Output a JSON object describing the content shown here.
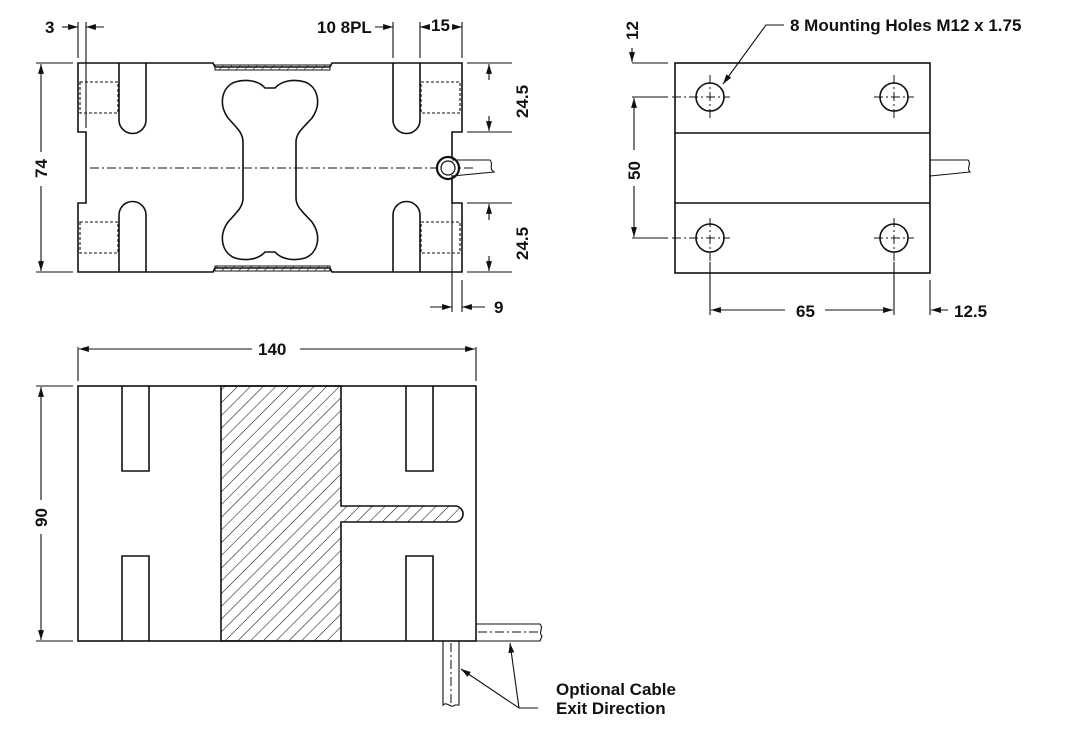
{
  "drawing": {
    "subject": "Single point load cell dimensional drawing",
    "top_view": {
      "dim_left_offset": "3",
      "dim_slot_width": "10 8PL",
      "dim_slot_to_edge": "15",
      "dim_height": "74",
      "dim_upper_block": "24.5",
      "dim_lower_block": "24.5",
      "dim_cable_offset": "9"
    },
    "end_view": {
      "callout": "8 Mounting Holes M12 x 1.75",
      "dim_top_offset": "12",
      "dim_hole_vertical_spacing": "50",
      "dim_hole_horizontal_spacing": "65",
      "dim_right_offset": "12.5"
    },
    "side_view": {
      "dim_length": "140",
      "dim_height": "90",
      "cable_note_line1": "Optional Cable",
      "cable_note_line2": "Exit Direction"
    }
  }
}
